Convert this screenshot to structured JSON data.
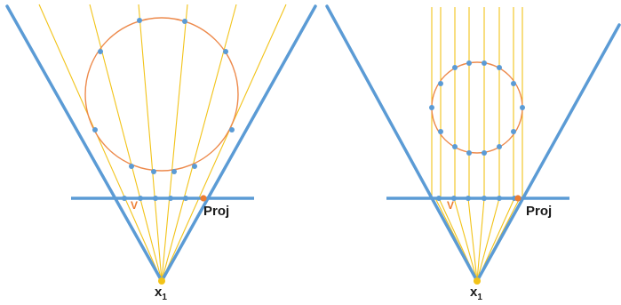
{
  "colors": {
    "frustum": "#5b9bd5",
    "ray": "#f2c318",
    "circle": "#ed8a4c",
    "point": "#5b9bd5",
    "marker": "#ed7d31",
    "text": "#1a1a1a"
  },
  "left_panel": {
    "proj_label": "Proj",
    "v_label": "V",
    "origin_label": "x",
    "origin_subscript": "1"
  },
  "right_panel": {
    "proj_label": "Proj",
    "v_label": "V",
    "origin_label": "x",
    "origin_subscript": "1"
  }
}
